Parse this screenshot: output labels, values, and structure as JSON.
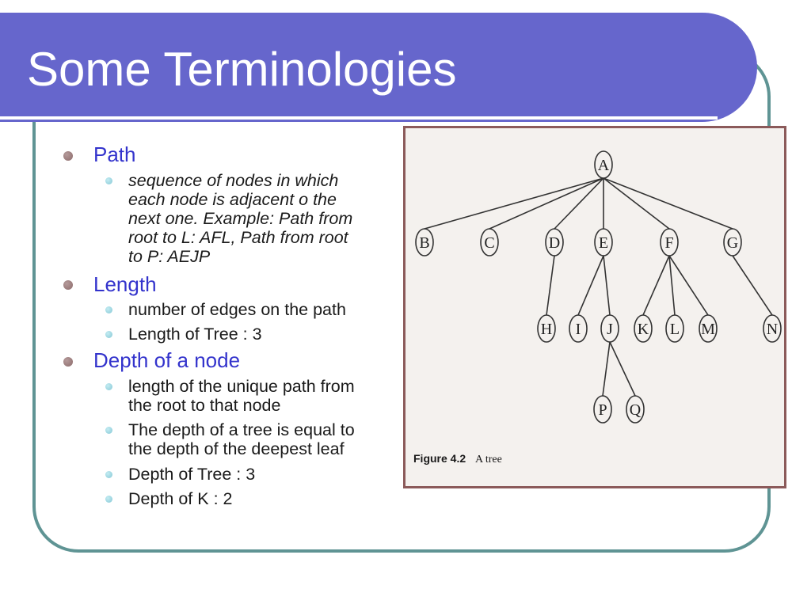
{
  "slide": {
    "title": "Some Terminologies",
    "sections": [
      {
        "heading": "Path",
        "items": [
          {
            "lines": [
              "sequence of nodes in which",
              "each node is adjacent o the",
              "next one. Example: Path from",
              "root to L: AFL, Path from root",
              "to P: AEJP"
            ],
            "italic": true
          }
        ]
      },
      {
        "heading": "Length",
        "items": [
          {
            "lines": [
              "number of edges on the path"
            ],
            "italic": false
          },
          {
            "lines": [
              "Length of Tree : 3"
            ],
            "italic": false
          }
        ]
      },
      {
        "heading": "Depth of a node",
        "items": [
          {
            "lines": [
              "length of the unique path from",
              "the root to that node"
            ],
            "italic": false
          },
          {
            "lines": [
              "The depth of a tree is equal to",
              "the depth of the deepest leaf"
            ],
            "italic": false
          },
          {
            "lines": [
              "Depth of Tree : 3"
            ],
            "italic": false
          },
          {
            "lines": [
              "Depth of K : 2"
            ],
            "italic": false
          }
        ]
      }
    ]
  },
  "figure": {
    "caption_label": "Figure 4.2",
    "caption_text": "A tree",
    "nodes": [
      "A",
      "B",
      "C",
      "D",
      "E",
      "F",
      "G",
      "H",
      "I",
      "J",
      "K",
      "L",
      "M",
      "N",
      "P",
      "Q"
    ],
    "edges": [
      [
        "A",
        "B"
      ],
      [
        "A",
        "C"
      ],
      [
        "A",
        "D"
      ],
      [
        "A",
        "E"
      ],
      [
        "A",
        "F"
      ],
      [
        "A",
        "G"
      ],
      [
        "D",
        "H"
      ],
      [
        "E",
        "I"
      ],
      [
        "E",
        "J"
      ],
      [
        "F",
        "K"
      ],
      [
        "F",
        "L"
      ],
      [
        "F",
        "M"
      ],
      [
        "G",
        "N"
      ],
      [
        "J",
        "P"
      ],
      [
        "J",
        "Q"
      ]
    ]
  },
  "colors": {
    "title_bar": "#6666cc",
    "heading_text": "#3333cc",
    "frame_border": "#5f9494",
    "figure_border": "#8b5a5a"
  }
}
